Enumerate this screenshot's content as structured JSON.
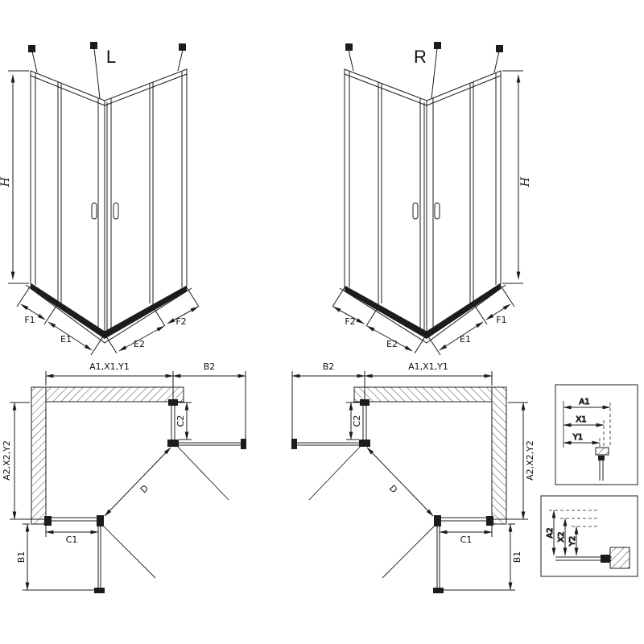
{
  "drawing": {
    "background": "#ffffff",
    "line_color": "#1c1c1c",
    "type": "shower-enclosure-technical-drawing"
  },
  "iso_left": {
    "title": "L",
    "height_dim": "H",
    "bottom_left_dims": [
      "F1",
      "E1"
    ],
    "bottom_right_dims": [
      "E2",
      "F2"
    ]
  },
  "iso_right": {
    "title": "R",
    "height_dim": "H",
    "bottom_left_dims": [
      "F2",
      "E2"
    ],
    "bottom_right_dims": [
      "E1",
      "F1"
    ]
  },
  "plan_left": {
    "width_dim": "A1,X1,Y1",
    "door_top_dim": "B2",
    "fixed_right_dim": "C2",
    "depth_dim": "A2,X2,Y2",
    "fixed_bottom_dim": "C1",
    "diagonal_dim": "D",
    "door_side_dim": "B1"
  },
  "plan_right": {
    "width_dim": "A1,X1,Y1",
    "door_top_dim": "B2",
    "fixed_right_dim": "C2",
    "depth_dim": "A2,X2,Y2",
    "fixed_bottom_dim": "C1",
    "diagonal_dim": "D",
    "door_side_dim": "B1"
  },
  "detail_top": {
    "dims": [
      "A1",
      "X1",
      "Y1"
    ]
  },
  "detail_bottom": {
    "dims": [
      "A2",
      "X2",
      "Y2"
    ]
  }
}
